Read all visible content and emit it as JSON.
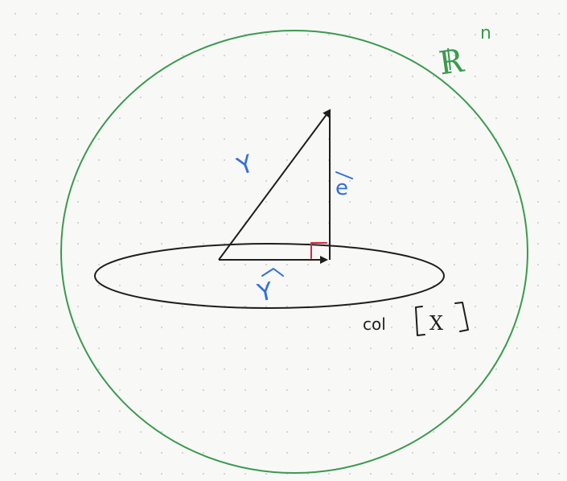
{
  "colors": {
    "ink": "#1e1e1e",
    "space": "#3a9a4e",
    "vector": "#2f6fe0",
    "right_angle": "#d62a3a",
    "background": "#f8f8f7"
  },
  "labels": {
    "space_symbol": "R",
    "space_exponent": "n",
    "y_vector": "Y",
    "error_vector": "e",
    "projection_vector": "Y",
    "column_space": "col",
    "matrix_symbol": "X"
  }
}
